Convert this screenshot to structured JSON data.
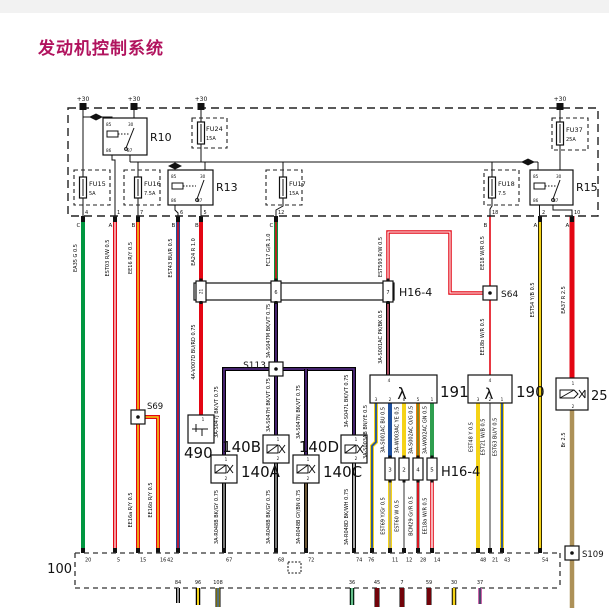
{
  "title": "发动机控制系统",
  "power_label": "+30",
  "colors": {
    "accent": "#b1135e",
    "red": "#e30613",
    "green": "#009640",
    "yellow": "#f5d317",
    "blue": "#1d4f9e",
    "violet": "#5b2e91",
    "tan": "#ad9158",
    "gray": "#9d9d9c",
    "orange": "#ef7d00",
    "pink": "#e0607a"
  },
  "top_box": {
    "relays": {
      "r10": "R10",
      "r13": "R13",
      "r15": "R15"
    },
    "relay_pins": {
      "p85": "85",
      "p30": "30",
      "p86": "86",
      "p87": "87"
    },
    "fuses": {
      "fu15": {
        "name": "FU15",
        "rating": "5A"
      },
      "fu16": {
        "name": "FU16",
        "rating": "7.5A"
      },
      "fu17": {
        "name": "FU17",
        "rating": "15A"
      },
      "fu18": {
        "name": "FU18",
        "rating": "7.5"
      },
      "fu24": {
        "name": "FU24",
        "rating": "15A"
      },
      "fu37": {
        "name": "FU37",
        "rating": "25A"
      }
    },
    "pins": [
      "4",
      "1",
      "7",
      "6",
      "5",
      "12",
      "18",
      "2",
      "10"
    ],
    "letters": [
      "C",
      "A",
      "B",
      "B",
      "B",
      "C",
      "B",
      "A",
      "A"
    ]
  },
  "h16": {
    "label": "H16-4",
    "upper_pins": [
      "21",
      "6",
      "7"
    ],
    "lower_pins": [
      "3",
      "2",
      "4",
      "5"
    ]
  },
  "junctions": {
    "s64": "S64",
    "s69": "S69",
    "s113": "S113",
    "s109": "S109"
  },
  "components": {
    "ecu": "100",
    "sensor_490": "490",
    "injectors": [
      "140A",
      "140B",
      "140C",
      "140D"
    ],
    "inj_pin1": "1",
    "inj_pin2": "2",
    "lambda_symbol": "λ",
    "lambda_front": {
      "label": "191",
      "pin_top": "4",
      "pins": [
        "3",
        "2",
        "6",
        "5",
        "1"
      ]
    },
    "lambda_rear": {
      "label": "190",
      "pin_top": "4",
      "pins": [
        "3",
        "2",
        "1"
      ]
    },
    "comp25": {
      "label": "25",
      "pin1": "1",
      "pin2": "2"
    }
  },
  "ecu": {
    "pins_top": [
      "20",
      "5",
      "15",
      "16",
      "42",
      "67",
      "68",
      "72",
      "74",
      "76",
      "11",
      "12",
      "28",
      "14",
      "48",
      "21",
      "43",
      "54"
    ],
    "pins_bottom": [
      "84",
      "96",
      "108",
      "36",
      "45",
      "7",
      "59",
      "30",
      "37"
    ]
  },
  "wires": [
    "EA35 G 0.5",
    "EST03 R/W 0.5",
    "EE16 R/Y 0.5",
    "EST43 BU/R 0.5",
    "EA24 R 1.0",
    "FC17 G/R 1.0",
    "EST593 R/W 0.5",
    "EE18 W/R 0.5",
    "EST54 Y/B 0.5",
    "EA37 R 2.5",
    "4A-V007D BU/RD 0.75",
    "3A-S047M BK/VT 0.75",
    "3A-S001AC PK/BK 0.5",
    "EE18b W/R 0.5",
    "3A-S047J BK/VT 0.75",
    "3A-S047H BK/VT 0.75",
    "3A-S047N BK/VT 0.75",
    "3A-S047L BK/VT 0.75",
    "EE16a R/Y 0.5",
    "EE16b R/Y 0.5",
    "3A-R048B BK/GY 0.75",
    "3A-R048B BK/GY 0.75",
    "3A-R048B GY/BN 0.75",
    "3A-R048D BK/WH 0.75",
    "3A-S003AB BN/YE 0.5",
    "3A-S001AC BU 0.5",
    "3A-W003AC YE 0.5",
    "3A-S002AC O/G 0.5",
    "3A-W002AC GN 0.5",
    "EST69 Y/Gr 0.5",
    "EST60 W 0.5",
    "BCM29 Gr/R 0.5",
    "EE18a W/R 0.5",
    "EST48 Y 0.5",
    "EST21 W/B 0.5",
    "EST63 BU/Y 0.5",
    "Br 2.5"
  ]
}
